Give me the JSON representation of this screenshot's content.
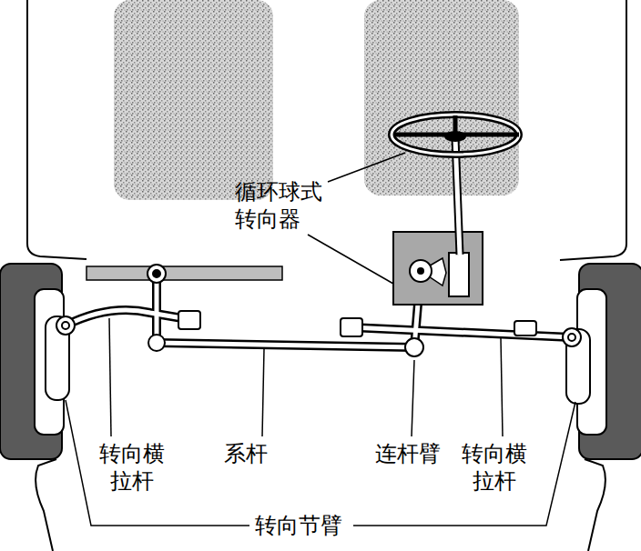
{
  "diagram": {
    "labels": [
      "循环球式 转向器",
      "转向横 拉杆",
      "系杆",
      "连杆臂",
      "转向横 拉杆",
      "转向节臂"
    ]
  }
}
